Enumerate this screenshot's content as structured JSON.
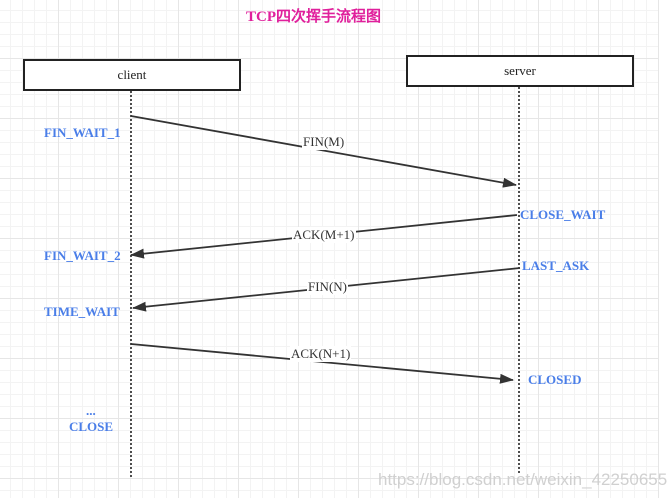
{
  "title": "TCP四次挥手流程图",
  "participants": {
    "client": "client",
    "server": "server"
  },
  "client_states": {
    "fin_wait_1": "FIN_WAIT_1",
    "fin_wait_2": "FIN_WAIT_2",
    "time_wait": "TIME_WAIT",
    "ellipsis": "...",
    "close": "CLOSE"
  },
  "server_states": {
    "close_wait": "CLOSE_WAIT",
    "last_ask": "LAST_ASK",
    "closed": "CLOSED"
  },
  "messages": {
    "fin_m": "FIN(M)",
    "ack_m1": "ACK(M+1)",
    "fin_n": "FIN(N)",
    "ack_n1": "ACK(N+1)"
  },
  "watermark": "https://blog.csdn.net/weixin_42250655"
}
